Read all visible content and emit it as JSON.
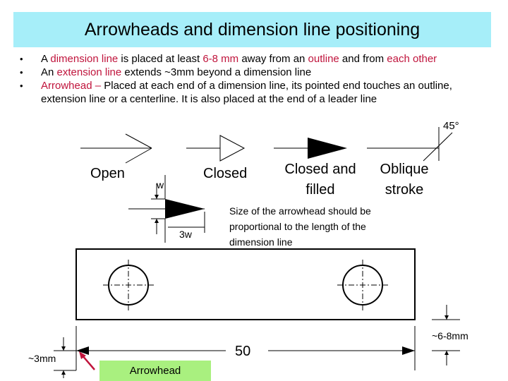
{
  "slide": {
    "title": "Arrowheads and dimension line positioning",
    "bullets": [
      {
        "parts": [
          {
            "text": "A ",
            "red": false
          },
          {
            "text": "dimension line",
            "red": true
          },
          {
            "text": " is placed at least ",
            "red": false
          },
          {
            "text": "6-8 mm",
            "red": true
          },
          {
            "text": " away from an ",
            "red": false
          },
          {
            "text": "outline",
            "red": true
          },
          {
            "text": " and from ",
            "red": false
          },
          {
            "text": "each other",
            "red": true
          }
        ]
      },
      {
        "parts": [
          {
            "text": "An ",
            "red": false
          },
          {
            "text": "extension line",
            "red": true
          },
          {
            "text": " extends ~3mm beyond a dimension line",
            "red": false
          }
        ]
      },
      {
        "parts": [
          {
            "text": "Arrowhead –",
            "red": true
          },
          {
            "text": " Placed at each end of a dimension line, its pointed end touches an outline, extension line or a centerline. It is also placed at the end of a leader line",
            "red": false
          }
        ]
      }
    ],
    "angle_label": "45°",
    "styles": {
      "open": "Open",
      "closed": "Closed",
      "closed_filled": "Closed and filled",
      "oblique": "Oblique stroke"
    },
    "proportion": {
      "w": "w",
      "three_w": "3w"
    },
    "proportion_note": "Size of the arrowhead should be proportional to the length of the dimension line",
    "dimensions": {
      "dimension_value": "50",
      "gap_label": "~6-8mm",
      "extension_label": "~3mm",
      "arrowhead_label": "Arrowhead"
    },
    "colors": {
      "title_bg": "#a6eef9",
      "accent_red": "#c0143c",
      "label_bg": "#a9f07f"
    }
  }
}
